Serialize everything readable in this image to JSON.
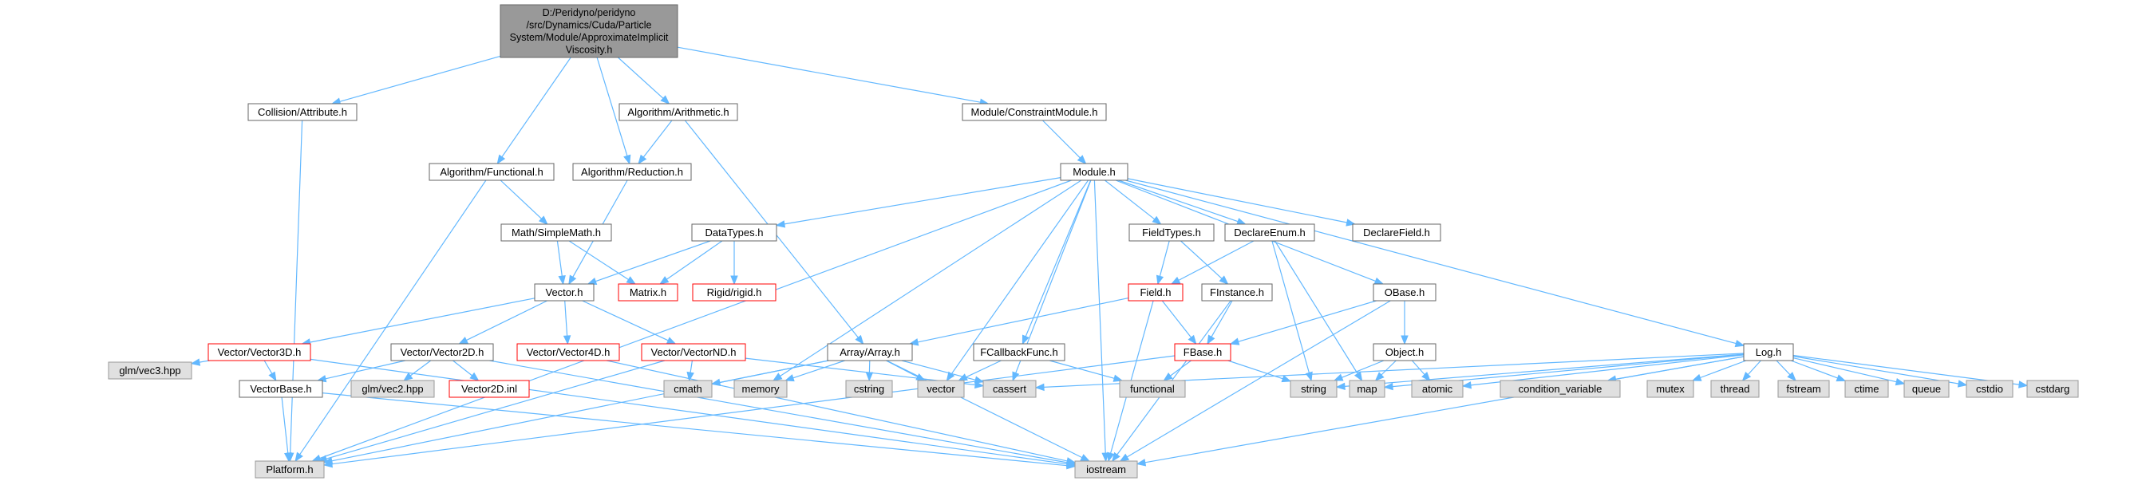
{
  "colors": {
    "edge": "#63b8ff",
    "root_fill": "#999999",
    "root_border": "#666666",
    "file_fill": "#ffffff",
    "file_border": "#666666",
    "truncated_border": "#ff0000",
    "system_fill": "#e0e0e0",
    "system_border": "#999999"
  },
  "nodes": [
    {
      "id": "root",
      "kind": "root",
      "lines": [
        "D:/Peridyno/peridyno",
        "/src/Dynamics/Cuda/Particle",
        "System/Module/ApproximateImplicit",
        "Viscosity.h"
      ]
    },
    {
      "id": "collision_attribute",
      "kind": "file",
      "lines": [
        "Collision/Attribute.h"
      ]
    },
    {
      "id": "algorithm_arithmetic",
      "kind": "file",
      "lines": [
        "Algorithm/Arithmetic.h"
      ]
    },
    {
      "id": "module_constraintmodule",
      "kind": "file",
      "lines": [
        "Module/ConstraintModule.h"
      ]
    },
    {
      "id": "algorithm_functional",
      "kind": "file",
      "lines": [
        "Algorithm/Functional.h"
      ]
    },
    {
      "id": "algorithm_reduction",
      "kind": "file",
      "lines": [
        "Algorithm/Reduction.h"
      ]
    },
    {
      "id": "module_h",
      "kind": "file",
      "lines": [
        "Module.h"
      ]
    },
    {
      "id": "math_simplemath",
      "kind": "file",
      "lines": [
        "Math/SimpleMath.h"
      ]
    },
    {
      "id": "datatypes",
      "kind": "file",
      "lines": [
        "DataTypes.h"
      ]
    },
    {
      "id": "fieldtypes",
      "kind": "file",
      "lines": [
        "FieldTypes.h"
      ]
    },
    {
      "id": "declareenum",
      "kind": "file",
      "lines": [
        "DeclareEnum.h"
      ]
    },
    {
      "id": "declarefield",
      "kind": "file",
      "lines": [
        "DeclareField.h"
      ]
    },
    {
      "id": "vector_h",
      "kind": "file",
      "lines": [
        "Vector.h"
      ]
    },
    {
      "id": "matrix_h",
      "kind": "truncated",
      "lines": [
        "Matrix.h"
      ]
    },
    {
      "id": "rigid_h",
      "kind": "truncated",
      "lines": [
        "Rigid/rigid.h"
      ]
    },
    {
      "id": "field_h",
      "kind": "truncated",
      "lines": [
        "Field.h"
      ]
    },
    {
      "id": "finstance",
      "kind": "file",
      "lines": [
        "FInstance.h"
      ]
    },
    {
      "id": "obase",
      "kind": "file",
      "lines": [
        "OBase.h"
      ]
    },
    {
      "id": "vector3d",
      "kind": "truncated",
      "lines": [
        "Vector/Vector3D.h"
      ]
    },
    {
      "id": "vector2d",
      "kind": "file",
      "lines": [
        "Vector/Vector2D.h"
      ]
    },
    {
      "id": "vector4d",
      "kind": "truncated",
      "lines": [
        "Vector/Vector4D.h"
      ]
    },
    {
      "id": "vectornd",
      "kind": "truncated",
      "lines": [
        "Vector/VectorND.h"
      ]
    },
    {
      "id": "array_h",
      "kind": "file",
      "lines": [
        "Array/Array.h"
      ]
    },
    {
      "id": "fcallbackfunc",
      "kind": "file",
      "lines": [
        "FCallbackFunc.h"
      ]
    },
    {
      "id": "fbase",
      "kind": "truncated",
      "lines": [
        "FBase.h"
      ]
    },
    {
      "id": "object_h",
      "kind": "file",
      "lines": [
        "Object.h"
      ]
    },
    {
      "id": "log_h",
      "kind": "file",
      "lines": [
        "Log.h"
      ]
    },
    {
      "id": "glm_vec3",
      "kind": "system",
      "lines": [
        "glm/vec3.hpp"
      ]
    },
    {
      "id": "vectorbase",
      "kind": "file",
      "lines": [
        "VectorBase.h"
      ]
    },
    {
      "id": "glm_vec2",
      "kind": "system",
      "lines": [
        "glm/vec2.hpp"
      ]
    },
    {
      "id": "vector2d_inl",
      "kind": "truncated",
      "lines": [
        "Vector2D.inl"
      ]
    },
    {
      "id": "cmath",
      "kind": "system",
      "lines": [
        "cmath"
      ]
    },
    {
      "id": "memory",
      "kind": "system",
      "lines": [
        "memory"
      ]
    },
    {
      "id": "cstring",
      "kind": "system",
      "lines": [
        "cstring"
      ]
    },
    {
      "id": "vector",
      "kind": "system",
      "lines": [
        "vector"
      ]
    },
    {
      "id": "cassert",
      "kind": "system",
      "lines": [
        "cassert"
      ]
    },
    {
      "id": "functional",
      "kind": "system",
      "lines": [
        "functional"
      ]
    },
    {
      "id": "string",
      "kind": "system",
      "lines": [
        "string"
      ]
    },
    {
      "id": "map",
      "kind": "system",
      "lines": [
        "map"
      ]
    },
    {
      "id": "atomic",
      "kind": "system",
      "lines": [
        "atomic"
      ]
    },
    {
      "id": "condition_variable",
      "kind": "system",
      "lines": [
        "condition_variable"
      ]
    },
    {
      "id": "mutex",
      "kind": "system",
      "lines": [
        "mutex"
      ]
    },
    {
      "id": "thread",
      "kind": "system",
      "lines": [
        "thread"
      ]
    },
    {
      "id": "fstream",
      "kind": "system",
      "lines": [
        "fstream"
      ]
    },
    {
      "id": "ctime",
      "kind": "system",
      "lines": [
        "ctime"
      ]
    },
    {
      "id": "queue",
      "kind": "system",
      "lines": [
        "queue"
      ]
    },
    {
      "id": "cstdio",
      "kind": "system",
      "lines": [
        "cstdio"
      ]
    },
    {
      "id": "cstdarg",
      "kind": "system",
      "lines": [
        "cstdarg"
      ]
    },
    {
      "id": "platform_h",
      "kind": "system",
      "lines": [
        "Platform.h"
      ]
    },
    {
      "id": "iostream",
      "kind": "system",
      "lines": [
        "iostream"
      ]
    }
  ],
  "edges": [
    [
      "root",
      "collision_attribute"
    ],
    [
      "root",
      "algorithm_functional"
    ],
    [
      "root",
      "algorithm_reduction"
    ],
    [
      "root",
      "algorithm_arithmetic"
    ],
    [
      "root",
      "module_constraintmodule"
    ],
    [
      "collision_attribute",
      "platform_h"
    ],
    [
      "algorithm_arithmetic",
      "algorithm_reduction"
    ],
    [
      "algorithm_arithmetic",
      "array_h"
    ],
    [
      "module_constraintmodule",
      "module_h"
    ],
    [
      "algorithm_functional",
      "platform_h"
    ],
    [
      "algorithm_functional",
      "math_simplemath"
    ],
    [
      "algorithm_reduction",
      "vector_h"
    ],
    [
      "module_h",
      "platform_h"
    ],
    [
      "module_h",
      "datatypes"
    ],
    [
      "module_h",
      "memory"
    ],
    [
      "module_h",
      "vector"
    ],
    [
      "module_h",
      "fcallbackfunc"
    ],
    [
      "module_h",
      "cassert"
    ],
    [
      "module_h",
      "fieldtypes"
    ],
    [
      "module_h",
      "declareenum"
    ],
    [
      "module_h",
      "declarefield"
    ],
    [
      "module_h",
      "obase"
    ],
    [
      "module_h",
      "log_h"
    ],
    [
      "module_h",
      "iostream"
    ],
    [
      "math_simplemath",
      "vector_h"
    ],
    [
      "math_simplemath",
      "matrix_h"
    ],
    [
      "datatypes",
      "vector_h"
    ],
    [
      "datatypes",
      "matrix_h"
    ],
    [
      "datatypes",
      "rigid_h"
    ],
    [
      "fieldtypes",
      "field_h"
    ],
    [
      "fieldtypes",
      "finstance"
    ],
    [
      "declareenum",
      "field_h"
    ],
    [
      "declareenum",
      "string"
    ],
    [
      "declareenum",
      "map"
    ],
    [
      "field_h",
      "array_h"
    ],
    [
      "field_h",
      "fbase"
    ],
    [
      "field_h",
      "iostream"
    ],
    [
      "finstance",
      "fbase"
    ],
    [
      "finstance",
      "iostream"
    ],
    [
      "obase",
      "fbase"
    ],
    [
      "obase",
      "object_h"
    ],
    [
      "obase",
      "iostream"
    ],
    [
      "vector_h",
      "vector3d"
    ],
    [
      "vector_h",
      "vector2d"
    ],
    [
      "vector_h",
      "vector4d"
    ],
    [
      "vector_h",
      "vectornd"
    ],
    [
      "vector3d",
      "glm_vec3"
    ],
    [
      "vector3d",
      "vectorbase"
    ],
    [
      "vector3d",
      "iostream"
    ],
    [
      "vector2d",
      "vectorbase"
    ],
    [
      "vector2d",
      "glm_vec2"
    ],
    [
      "vector2d",
      "vector2d_inl"
    ],
    [
      "vector2d",
      "iostream"
    ],
    [
      "vector4d",
      "iostream"
    ],
    [
      "vectornd",
      "cmath"
    ],
    [
      "vectornd",
      "cassert"
    ],
    [
      "vectornd",
      "platform_h"
    ],
    [
      "vectorbase",
      "platform_h"
    ],
    [
      "vectorbase",
      "iostream"
    ],
    [
      "array_h",
      "cassert"
    ],
    [
      "array_h",
      "vector"
    ],
    [
      "array_h",
      "iostream"
    ],
    [
      "array_h",
      "cmath"
    ],
    [
      "array_h",
      "memory"
    ],
    [
      "array_h",
      "cstring"
    ],
    [
      "array_h",
      "platform_h"
    ],
    [
      "fcallbackfunc",
      "vector"
    ],
    [
      "fcallbackfunc",
      "functional"
    ],
    [
      "fbase",
      "functional"
    ],
    [
      "fbase",
      "string"
    ],
    [
      "fbase",
      "platform_h"
    ],
    [
      "object_h",
      "string"
    ],
    [
      "object_h",
      "map"
    ],
    [
      "object_h",
      "atomic"
    ],
    [
      "log_h",
      "cassert"
    ],
    [
      "log_h",
      "string"
    ],
    [
      "log_h",
      "map"
    ],
    [
      "log_h",
      "atomic"
    ],
    [
      "log_h",
      "condition_variable"
    ],
    [
      "log_h",
      "mutex"
    ],
    [
      "log_h",
      "thread"
    ],
    [
      "log_h",
      "fstream"
    ],
    [
      "log_h",
      "ctime"
    ],
    [
      "log_h",
      "queue"
    ],
    [
      "log_h",
      "cstdio"
    ],
    [
      "log_h",
      "cstdarg"
    ],
    [
      "log_h",
      "iostream"
    ]
  ]
}
